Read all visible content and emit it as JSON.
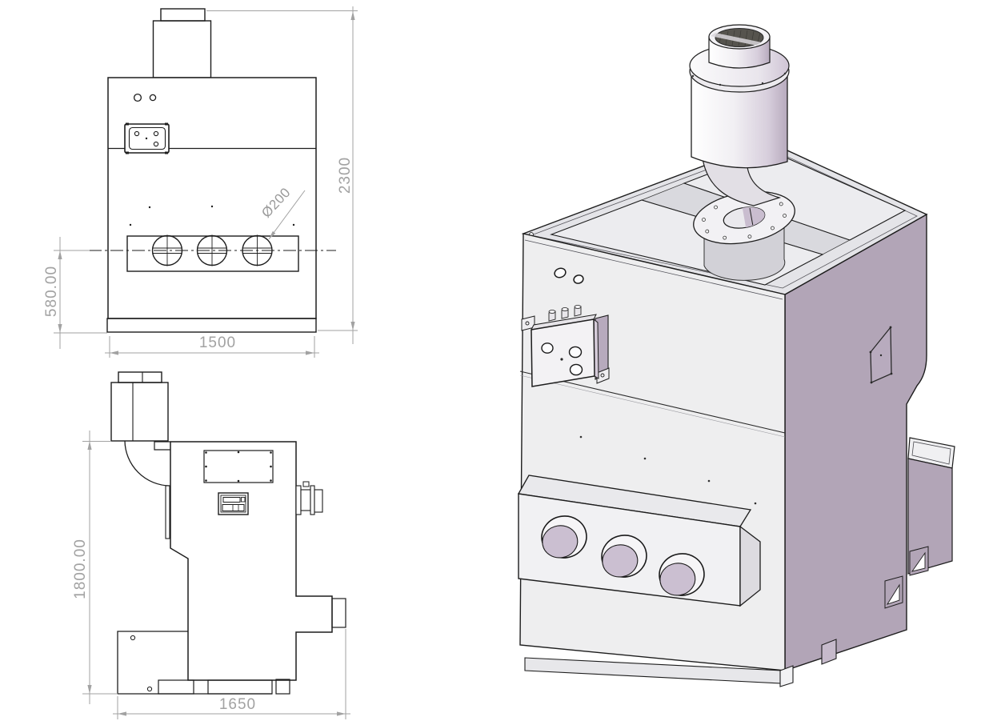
{
  "drawing": {
    "dimensions": {
      "front_overall_height": "2300",
      "front_port_axis_height": "580.00",
      "front_width": "1500",
      "port_diameter": "Ø200",
      "side_height": "1800.00",
      "side_depth": "1650"
    },
    "colors": {
      "object_line": "#1d1d1d",
      "dimension_gray": "#a2a2a2",
      "face_front_light": "#eeeeef",
      "face_top_gray": "#e4e4e8",
      "face_side_lavender": "#b2a5b7",
      "port_bore_lavender": "#cbbfd1",
      "mesh_dark": "#56544e",
      "background": "#ffffff"
    }
  }
}
